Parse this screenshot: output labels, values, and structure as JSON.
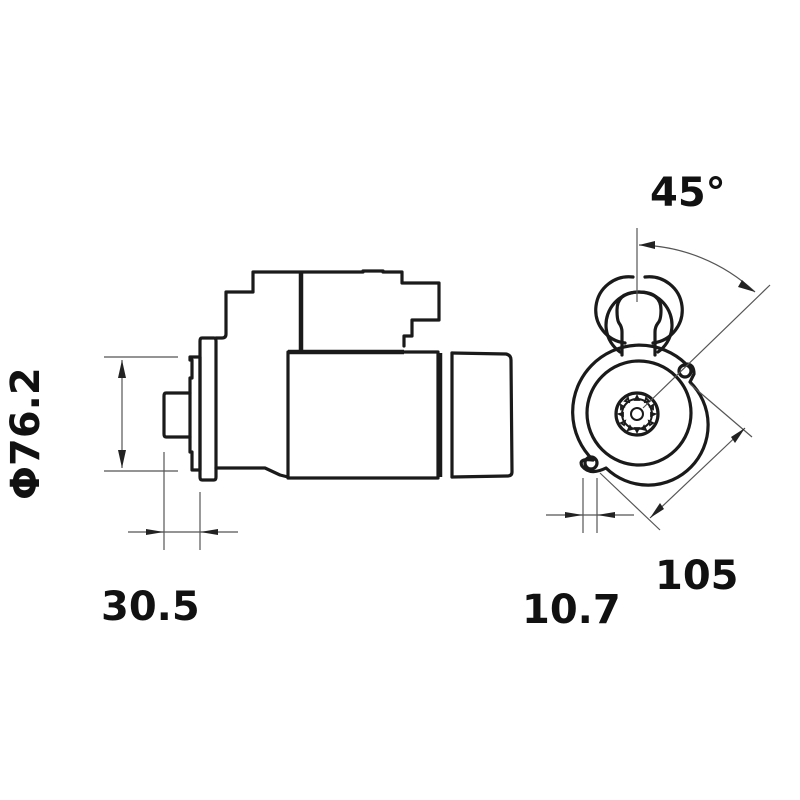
{
  "drawing": {
    "subject": "starter motor technical dimension drawing",
    "views": [
      "side-view",
      "front-view"
    ],
    "line_color": "#1a1a1a",
    "dimension_line_color": "#555555",
    "background": "#ffffff"
  },
  "dimensions": {
    "diameter": {
      "label": "Φ76.2",
      "value": 76.2,
      "unit": "mm",
      "type": "diameter"
    },
    "pinion_offset": {
      "label": "30.5",
      "value": 30.5,
      "unit": "mm",
      "type": "linear"
    },
    "bolt_hole_offset": {
      "label": "10.7",
      "value": 10.7,
      "unit": "mm",
      "type": "linear"
    },
    "bolt_spacing": {
      "label": "105",
      "value": 105,
      "unit": "mm",
      "type": "linear"
    },
    "angle": {
      "label": "45°",
      "value": 45,
      "unit": "deg",
      "type": "angular"
    }
  }
}
